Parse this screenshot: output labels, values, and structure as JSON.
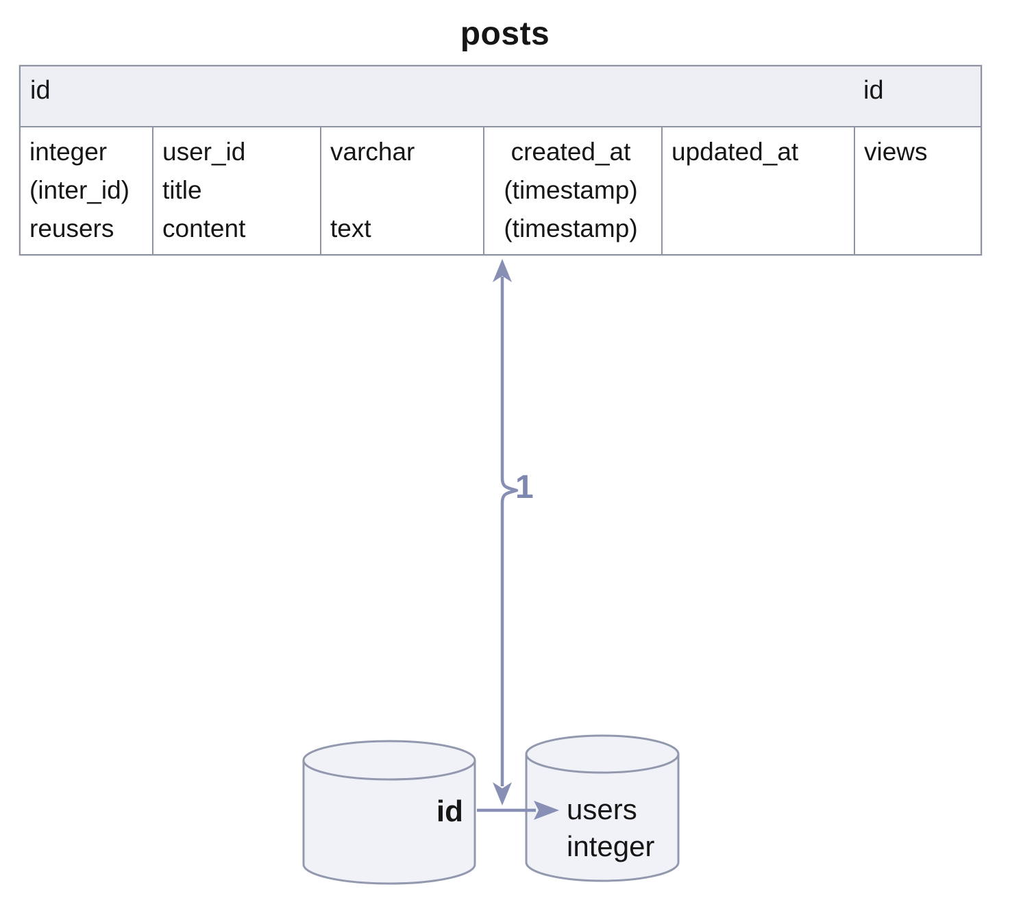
{
  "diagram": {
    "title": "posts",
    "table": {
      "header": {
        "id_left": "id",
        "id_right": "id"
      },
      "columns": [
        {
          "lines": [
            "integer",
            "(inter_id)",
            "reusers"
          ]
        },
        {
          "lines": [
            "user_id",
            "title",
            "content"
          ]
        },
        {
          "lines": [
            "varchar",
            "",
            "text"
          ]
        },
        {
          "lines": [
            "created_at",
            "(timestamp)",
            "(timestamp)"
          ]
        },
        {
          "lines": [
            "updated_at",
            "",
            ""
          ]
        },
        {
          "lines": [
            "views",
            "",
            ""
          ]
        }
      ]
    },
    "relationship": {
      "cardinality": "1"
    },
    "cylinders": {
      "left": {
        "label": "id"
      },
      "right": {
        "line1": "users",
        "line2": "integer"
      }
    },
    "colors": {
      "accent_line": "#878fb4",
      "table_border": "#8d93a2",
      "header_fill": "#edeff5",
      "cylinder_fill": "#f1f2f8",
      "cylinder_stroke": "#9298ad",
      "text_color": "#161616"
    }
  }
}
